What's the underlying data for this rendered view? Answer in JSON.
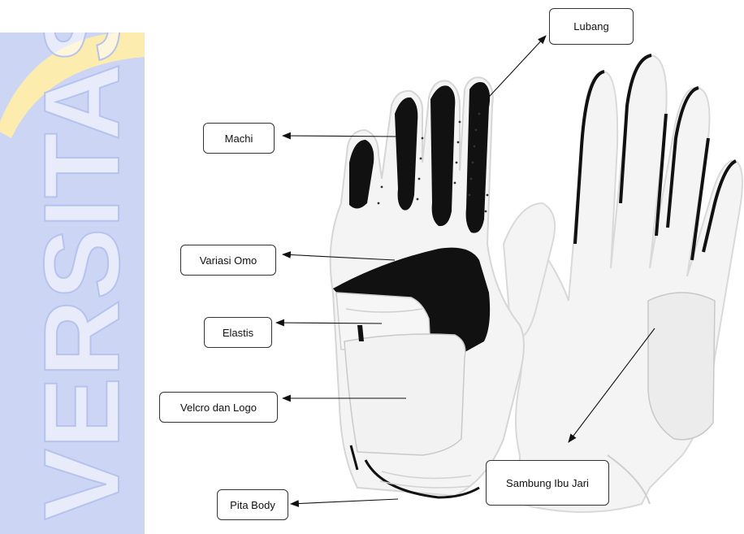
{
  "labels": {
    "lubang": "Lubang",
    "machi": "Machi",
    "variasi_omo": "Variasi Omo",
    "elastis": "Elastis",
    "velcro_logo": "Velcro dan Logo",
    "pita_body": "Pita Body",
    "sambung_ibu_jari": "Sambung Ibu Jari"
  },
  "watermark": {
    "text": "VERSITAS",
    "color": "#c8d1f2",
    "accent_color": "#fcecae"
  },
  "colors": {
    "glove_white": "#f4f4f4",
    "glove_black": "#111111",
    "label_border": "#333333"
  }
}
